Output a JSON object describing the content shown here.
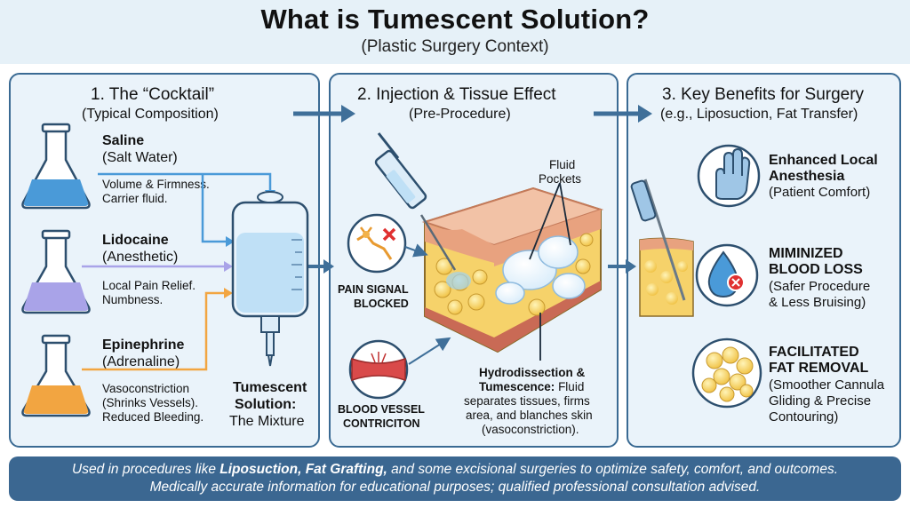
{
  "header": {
    "title": "What is Tumescent Solution?",
    "subtitle": "(Plastic Surgery Context)"
  },
  "panel1": {
    "title": "1. The “Cocktail”",
    "subtitle": "(Typical Composition)",
    "saline_name": "Saline",
    "saline_sub": "(Salt Water)",
    "saline_desc1": "Volume & Firmness.",
    "saline_desc2": "Carrier fluid.",
    "lido_name": "Lidocaine",
    "lido_sub": "(Anesthetic)",
    "lido_desc1": "Local Pain Relief.",
    "lido_desc2": "Numbness.",
    "epi_name": "Epinephrine",
    "epi_sub": "(Adrenaline)",
    "epi_desc1": "Vasoconstriction",
    "epi_desc2": "(Shrinks Vessels).",
    "epi_desc3": "Reduced Bleeding.",
    "mix1": "Tumescent",
    "mix2": "Solution:",
    "mix3": "The Mixture"
  },
  "panel2": {
    "title": "2. Injection & Tissue Effect",
    "subtitle": "(Pre-Procedure)",
    "fluid1": "Fluid",
    "fluid2": "Pockets",
    "pain1": "PAIN SIGNAL",
    "pain2": "BLOCKED",
    "vessel1": "BLOOD VESSEL",
    "vessel2": "CONTRICITON",
    "hydro_bold": "Hydrodissection &",
    "hydro_bold2": "Tumescence:",
    "hydro_l2": "Fluid",
    "hydro_l3": "separates tissues, firms",
    "hydro_l4": "area, and blanches skin",
    "hydro_l5": "(vasoconstriction)."
  },
  "panel3": {
    "title": "3. Key Benefits for Surgery",
    "subtitle": "(e.g., Liposuction, Fat Transfer)",
    "b1_l1": "Enhanced Local",
    "b1_l2": "Anesthesia",
    "b1_l3": "(Patient Comfort)",
    "b2_l1": "MIMINIZED",
    "b2_l2": "BLOOD LOSS",
    "b2_l3": "(Safer Procedure",
    "b2_l4": "& Less Bruising)",
    "b3_l1": "FACILITATED",
    "b3_l2": "FAT REMOVAL",
    "b3_l3": "(Smoother Cannula",
    "b3_l4": "Gliding & Precise",
    "b3_l5": "Contouring)"
  },
  "footer": {
    "line1_pre": "Used in procedures like ",
    "line1_bold": "Liposuction, Fat Grafting,",
    "line1_post": " and some excisional surgeries to optimize safety, comfort, and outcomes.",
    "line2": "Medically accurate information for educational purposes; qualified professional consultation advised."
  },
  "colors": {
    "panel_border": "#3a6a93",
    "panel_bg": "#eaf3fa",
    "footer_bg": "#3b6791",
    "arrow": "#3f6f99",
    "saline": "#4a9ad8",
    "lidocaine": "#a9a3e8",
    "epinephrine": "#f2a541"
  },
  "icons": [
    "flask-icon",
    "iv-bag-icon",
    "syringe-icon",
    "skin-tissue-icon",
    "nerve-icon",
    "blood-vessel-icon",
    "hand-icon",
    "blood-drop-icon",
    "fat-cells-icon",
    "cannula-icon",
    "arrow-icon"
  ]
}
